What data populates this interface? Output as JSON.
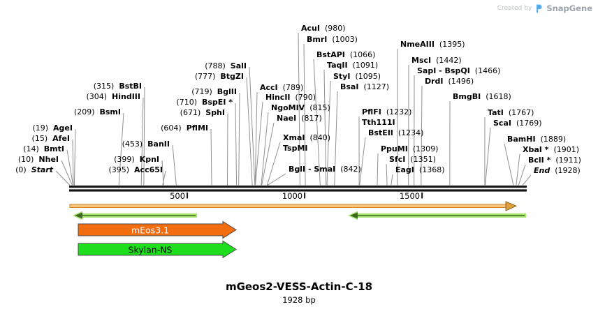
{
  "watermark": {
    "created_by": "Created by",
    "brand": "SnapGene"
  },
  "footer": {
    "title": "mGeos2-VESS-Actin-C-18",
    "subtitle": "1928 bp"
  },
  "map": {
    "length_bp": 1928,
    "ruler_ticks": [
      {
        "label": "500",
        "bp": 500
      },
      {
        "label": "1000",
        "bp": 1000
      },
      {
        "label": "1500",
        "bp": 1500
      }
    ],
    "features": [
      {
        "label": "mEos3.1",
        "color": "#f36c0e",
        "text_color": "#ffffff"
      },
      {
        "label": "Skylan-NS",
        "color": "#1ede1e",
        "text_color": "#000000"
      }
    ],
    "thin_features": [
      {
        "name": "span-arrow-right",
        "color": "#f8c87e",
        "edge_color": "#d1862c",
        "direction": "right"
      },
      {
        "name": "reverse-arrow-1",
        "color": "#a6e36e",
        "core_color": "#3f6a1e",
        "direction": "left"
      },
      {
        "name": "reverse-arrow-2",
        "color": "#a6e36e",
        "core_color": "#3f6a1e",
        "direction": "left"
      }
    ],
    "sites": [
      {
        "name": "Start",
        "pos": "(0)",
        "italic": true
      },
      {
        "name": "NheI",
        "pos": "(10)",
        "italic": false
      },
      {
        "name": "BmtI",
        "pos": "(14)",
        "italic": false
      },
      {
        "name": "AfeI",
        "pos": "(15)",
        "italic": false
      },
      {
        "name": "AgeI",
        "pos": "(19)",
        "italic": false
      },
      {
        "name": "BsmI",
        "pos": "(209)",
        "italic": false
      },
      {
        "name": "HindIII",
        "pos": "(304)",
        "italic": false
      },
      {
        "name": "BstBI",
        "pos": "(315)",
        "italic": false
      },
      {
        "name": "Acc65I",
        "pos": "(395)",
        "italic": false
      },
      {
        "name": "KpnI",
        "pos": "(399)",
        "italic": false
      },
      {
        "name": "BanII",
        "pos": "(453)",
        "italic": false
      },
      {
        "name": "PflMI",
        "pos": "(604)",
        "italic": false
      },
      {
        "name": "SphI",
        "pos": "(671)",
        "italic": false
      },
      {
        "name": "BspEI *",
        "pos": "(710)",
        "italic": false
      },
      {
        "name": "BglII",
        "pos": "(719)",
        "italic": false
      },
      {
        "name": "BtgZI",
        "pos": "(777)",
        "italic": false
      },
      {
        "name": "SalI",
        "pos": "(788)",
        "italic": false
      },
      {
        "name": "AccI",
        "pos": "(789)",
        "italic": false
      },
      {
        "name": "HincII",
        "pos": "(790)",
        "italic": false
      },
      {
        "name": "NgoMIV",
        "pos": "(815)",
        "italic": false
      },
      {
        "name": "NaeI",
        "pos": "(817)",
        "italic": false
      },
      {
        "name": "XmaI",
        "pos": "(840)",
        "italic": false
      },
      {
        "name": "TspMI",
        "pos": "",
        "italic": false
      },
      {
        "name": "BglI - SmaI",
        "pos": "(842)",
        "italic": false
      },
      {
        "name": "AcuI",
        "pos": "(980)",
        "italic": false
      },
      {
        "name": "BmrI",
        "pos": "(1003)",
        "italic": false
      },
      {
        "name": "BstAPI",
        "pos": "(1066)",
        "italic": false
      },
      {
        "name": "TaqII",
        "pos": "(1091)",
        "italic": false
      },
      {
        "name": "StyI",
        "pos": "(1095)",
        "italic": false
      },
      {
        "name": "BsaI",
        "pos": "(1127)",
        "italic": false
      },
      {
        "name": "PflFI",
        "pos": "(1232)",
        "italic": false
      },
      {
        "name": "Tth111I",
        "pos": "",
        "italic": false
      },
      {
        "name": "BstEII",
        "pos": "(1234)",
        "italic": false
      },
      {
        "name": "PpuMI",
        "pos": "(1309)",
        "italic": false
      },
      {
        "name": "SfcI",
        "pos": "(1351)",
        "italic": false
      },
      {
        "name": "EagI",
        "pos": "(1368)",
        "italic": false
      },
      {
        "name": "NmeAIII",
        "pos": "(1395)",
        "italic": false
      },
      {
        "name": "MscI",
        "pos": "(1442)",
        "italic": false
      },
      {
        "name": "SapI - BspQI",
        "pos": "(1466)",
        "italic": false
      },
      {
        "name": "DrdI",
        "pos": "(1496)",
        "italic": false
      },
      {
        "name": "BmgBI",
        "pos": "(1618)",
        "italic": false
      },
      {
        "name": "TatI",
        "pos": "(1767)",
        "italic": false
      },
      {
        "name": "ScaI",
        "pos": "(1769)",
        "italic": false
      },
      {
        "name": "BamHI",
        "pos": "(1889)",
        "italic": false
      },
      {
        "name": "XbaI *",
        "pos": "(1901)",
        "italic": false
      },
      {
        "name": "BclI *",
        "pos": "(1911)",
        "italic": false
      },
      {
        "name": "End",
        "pos": "(1928)",
        "italic": true
      }
    ]
  }
}
